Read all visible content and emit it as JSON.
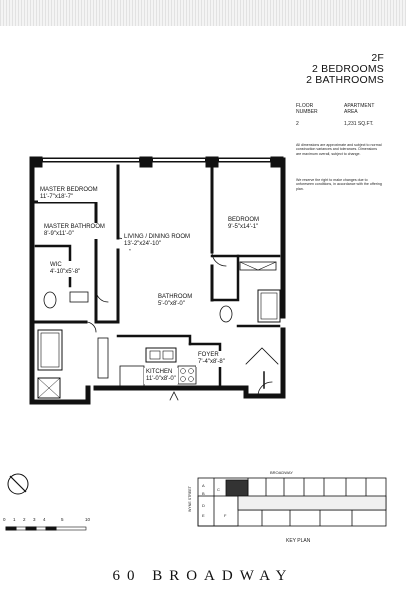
{
  "header": {
    "unit": "2F",
    "bedrooms": "2 BEDROOMS",
    "bathrooms": "2 BATHROOMS"
  },
  "info": {
    "floor_number_label_1": "FLOOR",
    "floor_number_label_2": "NUMBER",
    "apartment_area_label_1": "APARTMENT",
    "apartment_area_label_2": "AREA",
    "floor_number_value": "2",
    "apartment_area_value": "1,231 SQ.FT."
  },
  "notes": {
    "note1": "All dimensions are approximate and subject to normal construction variances and tolerances. Dimensions are maximum overall, subject to change.",
    "note2": "We reserve the right to make changes due to unforeseen conditions, in accordance with the offering plan."
  },
  "rooms": [
    {
      "name": "MASTER BEDROOM",
      "dims": "11'-7\"x18'-7\""
    },
    {
      "name": "MASTER BATHROOM",
      "dims": "8'-9\"x11'-0\""
    },
    {
      "name": "WIC",
      "dims": "4'-10\"x5'-8\""
    },
    {
      "name": "LIVING / DINING ROOM",
      "dims": "13'-2\"x24'-10\""
    },
    {
      "name": "BEDROOM",
      "dims": "9'-5\"x14'-1\""
    },
    {
      "name": "BATHROOM",
      "dims": "5'-0\"x8'-0\""
    },
    {
      "name": "KITCHEN",
      "dims": "11'-0\"x8'-0\""
    },
    {
      "name": "FOYER",
      "dims": "7'-4\"x8'-8\""
    }
  ],
  "key_plan": {
    "street_top": "BROADWAY",
    "street_left": "WYNE STREET",
    "title": "KEY PLAN",
    "unit_letters": [
      "A",
      "B",
      "C",
      "D",
      "E",
      "F"
    ]
  },
  "scale": {
    "ticks": [
      "0",
      "1",
      "2",
      "3",
      "4",
      "5",
      "10"
    ]
  },
  "footer": {
    "address": "60 BROADWAY"
  }
}
